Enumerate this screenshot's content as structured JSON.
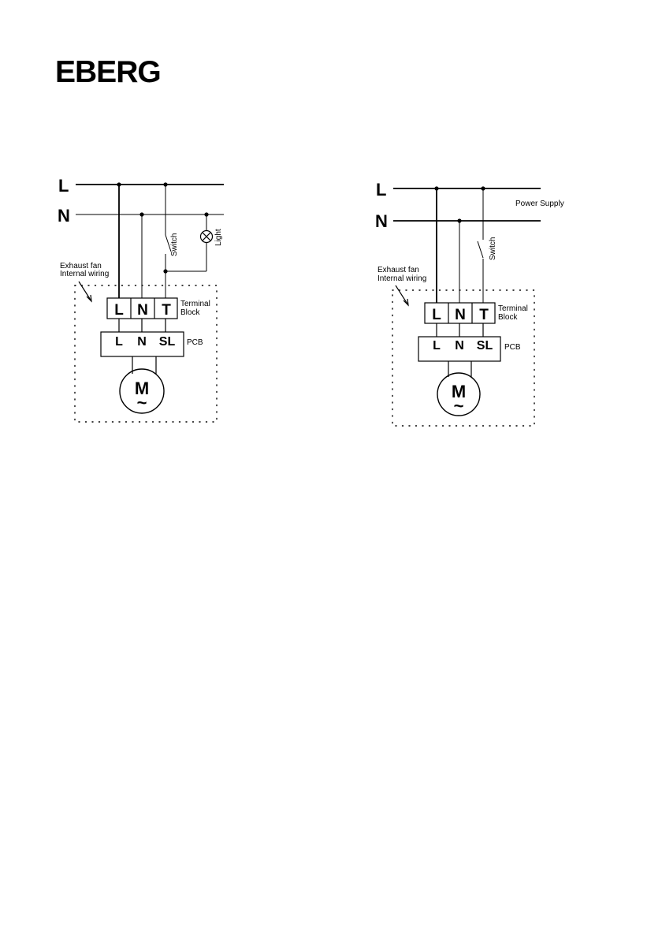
{
  "brand": {
    "name": "EBERG"
  },
  "diagram_left": {
    "bus_l": "L",
    "bus_n": "N",
    "switch_label": "Switch",
    "light_label": "Light",
    "internal_label_line1": "Exhaust fan",
    "internal_label_line2": "Internal wiring",
    "terminal_block_label_line1": "Terminal",
    "terminal_block_label_line2": "Block",
    "terminals": [
      "L",
      "N",
      "T"
    ],
    "pcb_label": "PCB",
    "pcb_terminals": [
      "L",
      "N",
      "SL"
    ],
    "motor_symbol": "M",
    "motor_ac": "~"
  },
  "diagram_right": {
    "bus_l": "L",
    "bus_n": "N",
    "power_supply_label": "Power Supply",
    "switch_label": "Switch",
    "internal_label_line1": "Exhaust fan",
    "internal_label_line2": "Internal wiring",
    "terminal_block_label_line1": "Terminal",
    "terminal_block_label_line2": "Block",
    "terminals": [
      "L",
      "N",
      "T"
    ],
    "pcb_label": "PCB",
    "pcb_terminals": [
      "L",
      "N",
      "SL"
    ],
    "motor_symbol": "M",
    "motor_ac": "~"
  },
  "colors": {
    "ink": "#000000",
    "paper": "#ffffff"
  }
}
